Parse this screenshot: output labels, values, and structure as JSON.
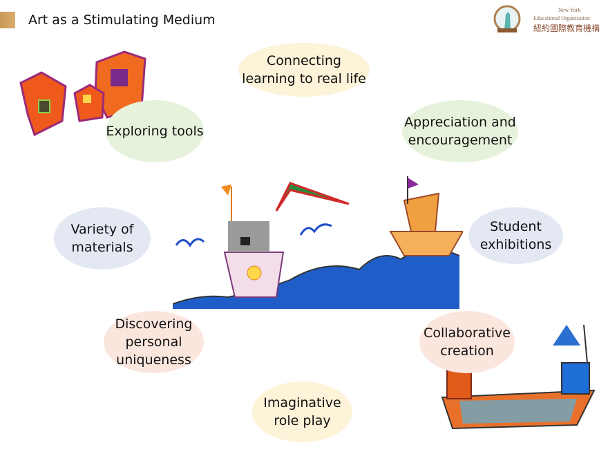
{
  "header": {
    "title": "Art as a Stimulating Medium"
  },
  "logo": {
    "en_line1": "New York",
    "en_line2": "Educational Organization",
    "zh": "紐約國際教育機構"
  },
  "bubbles": {
    "connecting": "Connecting learning to real life",
    "exploring": "Exploring tools",
    "appreciation": "Appreciation and encouragement",
    "variety": "Variety of materials",
    "exhibitions": "Student exhibitions",
    "discovering": "Discovering personal uniqueness",
    "collaborative": "Collaborative creation",
    "imaginative": "Imaginative role play"
  },
  "colors": {
    "accent": "#c99a56",
    "yellow": "#fdf3d9",
    "green": "#e7f2dd",
    "blue": "#e3e8f3",
    "pink": "#fbe6de"
  }
}
